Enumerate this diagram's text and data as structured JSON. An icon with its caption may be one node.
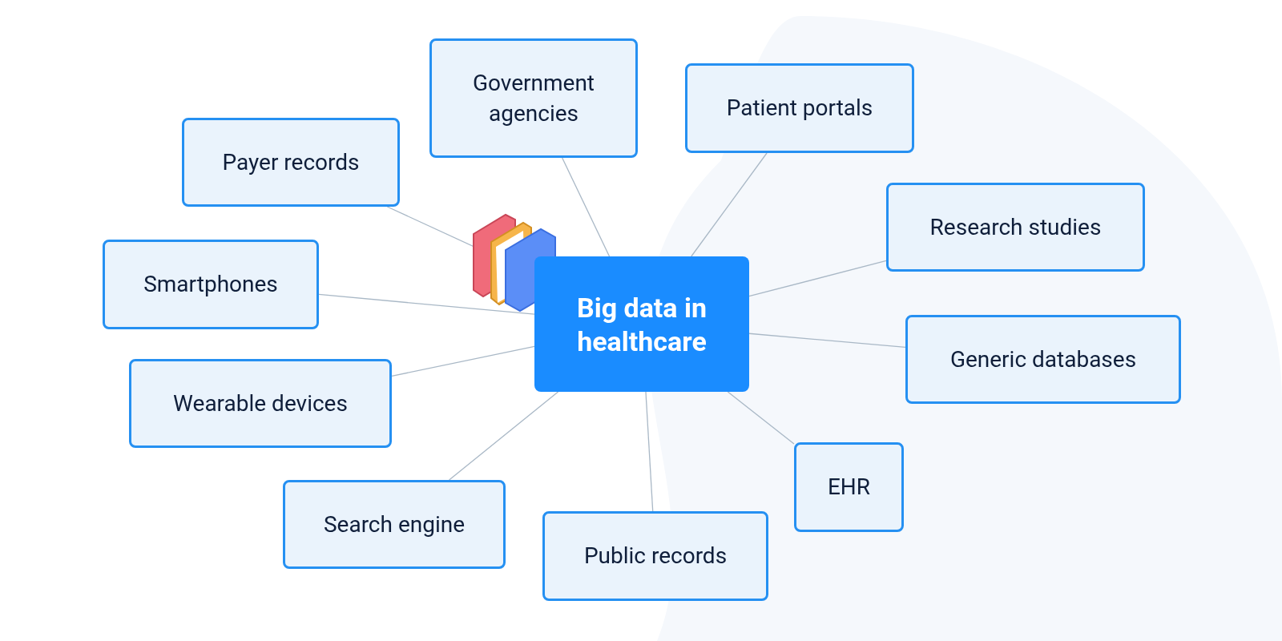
{
  "diagram": {
    "nodes": [
      {
        "text": [
          "Big data in healthcare"
        ]
      },
      {
        "text": [
          "Government agencies"
        ]
      },
      {
        "text": [
          "Patient portals"
        ]
      },
      {
        "text": [
          "Payer records"
        ]
      },
      {
        "text": [
          "Research studies"
        ]
      },
      {
        "text": [
          "Smartphones"
        ]
      },
      {
        "text": [
          "Generic databases"
        ]
      },
      {
        "text": [
          "Wearable devices"
        ]
      },
      {
        "text": [
          "EHR"
        ]
      },
      {
        "text": [
          "Search engine"
        ]
      },
      {
        "text": [
          "Public records"
        ]
      }
    ],
    "edges": [
      {
        "from": 0,
        "to": 1,
        "arrow": "none"
      },
      {
        "from": 0,
        "to": 2,
        "arrow": "none"
      },
      {
        "from": 0,
        "to": 3,
        "arrow": "none"
      },
      {
        "from": 0,
        "to": 4,
        "arrow": "none"
      },
      {
        "from": 0,
        "to": 5,
        "arrow": "none"
      },
      {
        "from": 0,
        "to": 6,
        "arrow": "none"
      },
      {
        "from": 0,
        "to": 7,
        "arrow": "none"
      },
      {
        "from": 0,
        "to": 8,
        "arrow": "none"
      },
      {
        "from": 0,
        "to": 9,
        "arrow": "none"
      },
      {
        "from": 0,
        "to": 10,
        "arrow": "none"
      }
    ]
  }
}
